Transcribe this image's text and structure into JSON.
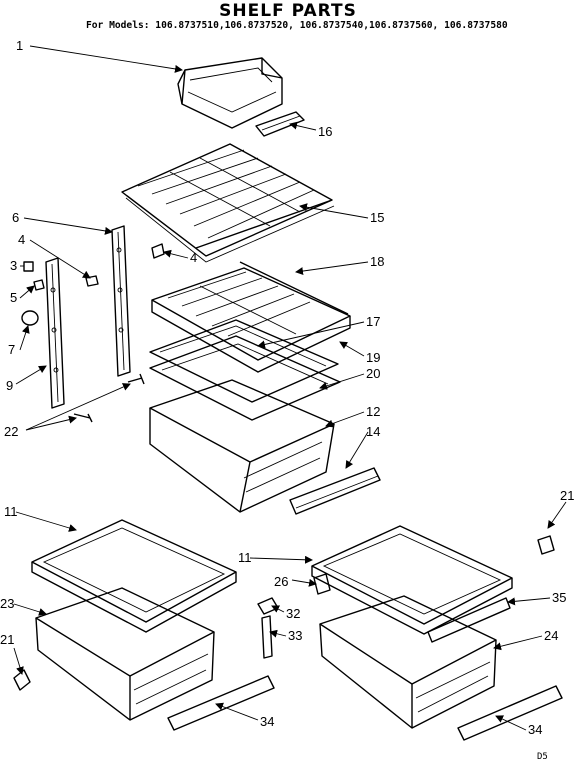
{
  "header": {
    "title": "SHELF PARTS",
    "models": "For Models: 106.8737510,106.8737520, 106.8737540,106.8737560, 106.8737580"
  },
  "callouts": [
    "1",
    "16",
    "15",
    "6",
    "4",
    "4",
    "3",
    "5",
    "7",
    "9",
    "22",
    "18",
    "17",
    "19",
    "20",
    "12",
    "14",
    "11",
    "23",
    "21",
    "34",
    "11",
    "26",
    "32",
    "33",
    "21",
    "35",
    "24",
    "34"
  ],
  "footer": {
    "code": "D5"
  }
}
